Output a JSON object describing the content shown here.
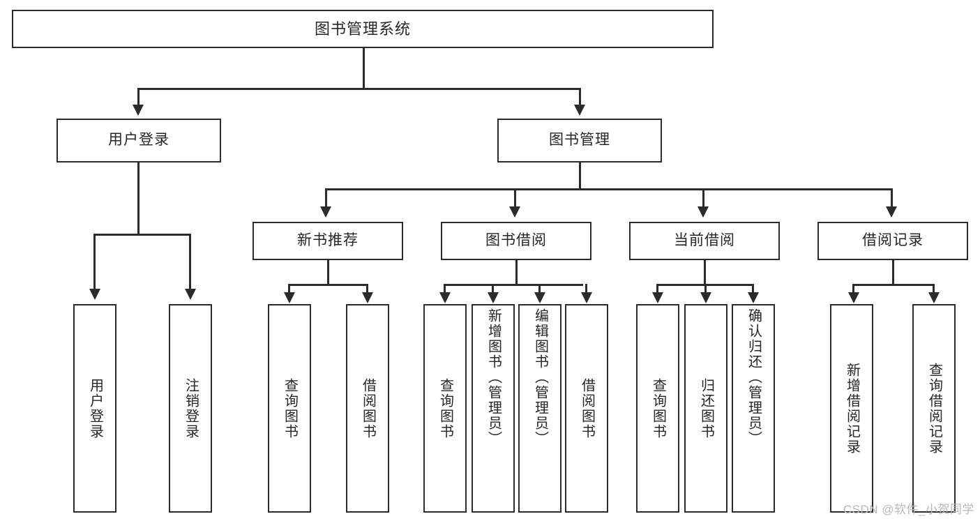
{
  "diagram": {
    "title": "图书管理系统",
    "type": "tree",
    "orientation": "top-down",
    "colors": {
      "background": "#ffffff",
      "box_border": "#2b2b2b",
      "box_fill": "#ffffff",
      "text": "#262626",
      "connector": "#2b2b2b",
      "watermark": "#b9b9b9"
    },
    "root": {
      "label": "图书管理系统"
    },
    "level2": [
      {
        "label": "用户登录"
      },
      {
        "label": "图书管理"
      }
    ],
    "level3": [
      {
        "label": "新书推荐"
      },
      {
        "label": "图书借阅"
      },
      {
        "label": "当前借阅"
      },
      {
        "label": "借阅记录"
      }
    ],
    "leaves_user_login": [
      {
        "label": "用户登录"
      },
      {
        "label": "注销登录"
      }
    ],
    "leaves_new_book": [
      {
        "label": "查询图书"
      },
      {
        "label": "借阅图书"
      }
    ],
    "leaves_borrow": [
      {
        "label": "查询图书"
      },
      {
        "label": "新增图书（管理员）"
      },
      {
        "label": "编辑图书（管理员）"
      },
      {
        "label": "借阅图书"
      }
    ],
    "leaves_current": [
      {
        "label": "查询图书"
      },
      {
        "label": "归还图书"
      },
      {
        "label": "确认归还（管理员）"
      }
    ],
    "leaves_record": [
      {
        "label": "新增借阅记录"
      },
      {
        "label": "查询借阅记录"
      }
    ]
  },
  "watermark": {
    "text": "CSDN @软件_小贺同学"
  }
}
